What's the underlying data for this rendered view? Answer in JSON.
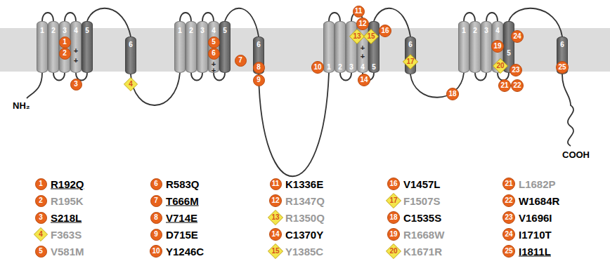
{
  "diagram": {
    "nodes": [
      {
        "text": [
          "1"
        ]
      },
      {
        "text": [
          "2"
        ]
      },
      {
        "text": [
          "3"
        ]
      },
      {
        "text": [
          "4"
        ]
      },
      {
        "text": [
          "5"
        ]
      },
      {
        "text": [
          "6"
        ]
      },
      {
        "text": [
          "1"
        ]
      },
      {
        "text": [
          "2"
        ]
      },
      {
        "text": [
          "3"
        ]
      },
      {
        "text": [
          "4"
        ]
      },
      {
        "text": [
          "5"
        ]
      },
      {
        "text": [
          "6"
        ]
      },
      {
        "text": [
          "1"
        ]
      },
      {
        "text": [
          "2"
        ]
      },
      {
        "text": [
          "3"
        ]
      },
      {
        "text": [
          "4"
        ]
      },
      {
        "text": [
          "5"
        ]
      },
      {
        "text": [
          "6"
        ]
      },
      {
        "text": [
          "1"
        ]
      },
      {
        "text": [
          "2"
        ]
      },
      {
        "text": [
          "3"
        ]
      },
      {
        "text": [
          "4"
        ]
      },
      {
        "text": [
          "5"
        ]
      },
      {
        "text": [
          "6"
        ]
      },
      {
        "text": [
          "1"
        ]
      },
      {
        "text": [
          "2"
        ]
      },
      {
        "text": [
          "3"
        ]
      },
      {
        "text": [
          "4"
        ]
      },
      {
        "text": [
          "5"
        ]
      },
      {
        "text": [
          "6"
        ]
      },
      {
        "text": [
          "7"
        ]
      },
      {
        "text": [
          "8"
        ]
      },
      {
        "text": [
          "9"
        ]
      },
      {
        "text": [
          "10"
        ]
      },
      {
        "text": [
          "11"
        ]
      },
      {
        "text": [
          "12"
        ]
      },
      {
        "text": [
          "13"
        ]
      },
      {
        "text": [
          "14"
        ]
      },
      {
        "text": [
          "15"
        ]
      },
      {
        "text": [
          "16"
        ]
      },
      {
        "text": [
          "17"
        ]
      },
      {
        "text": [
          "18"
        ]
      },
      {
        "text": [
          "19"
        ]
      },
      {
        "text": [
          "20"
        ]
      },
      {
        "text": [
          "21"
        ]
      },
      {
        "text": [
          "22"
        ]
      },
      {
        "text": [
          "23"
        ]
      },
      {
        "text": [
          "24"
        ]
      },
      {
        "text": [
          "25"
        ]
      },
      {
        "text": [
          "1"
        ]
      },
      {
        "text": [
          "2"
        ]
      },
      {
        "text": [
          "3"
        ]
      },
      {
        "text": [
          "4"
        ]
      },
      {
        "text": [
          "5"
        ]
      },
      {
        "text": [
          "6"
        ]
      },
      {
        "text": [
          "7"
        ]
      },
      {
        "text": [
          "8"
        ]
      },
      {
        "text": [
          "9"
        ]
      },
      {
        "text": [
          "10"
        ]
      },
      {
        "text": [
          "11"
        ]
      },
      {
        "text": [
          "12"
        ]
      },
      {
        "text": [
          "13"
        ]
      },
      {
        "text": [
          "14"
        ]
      },
      {
        "text": [
          "15"
        ]
      },
      {
        "text": [
          "16"
        ]
      },
      {
        "text": [
          "17"
        ]
      },
      {
        "text": [
          "18"
        ]
      },
      {
        "text": [
          "19"
        ]
      },
      {
        "text": [
          "20"
        ]
      },
      {
        "text": [
          "21"
        ]
      },
      {
        "text": [
          "22"
        ]
      },
      {
        "text": [
          "23"
        ]
      },
      {
        "text": [
          "24"
        ]
      },
      {
        "text": [
          "25"
        ]
      }
    ],
    "labels": [
      "+",
      "+",
      "+",
      "+",
      "+",
      "+",
      "NH₂",
      "COOH",
      "R192Q",
      "R195K",
      "S218L",
      "F363S",
      "V581M",
      "R583Q",
      "T666M",
      "V714E",
      "D715E",
      "Y1246C",
      "K1336E",
      "R1347Q",
      "R1350Q",
      "C1370Y",
      "Y1385C",
      "V1457L",
      "F1507S",
      "C1535S",
      "R1668W",
      "K1671R",
      "L1682P",
      "W1684R",
      "V1696I",
      "I1710T",
      "I1811L"
    ]
  }
}
